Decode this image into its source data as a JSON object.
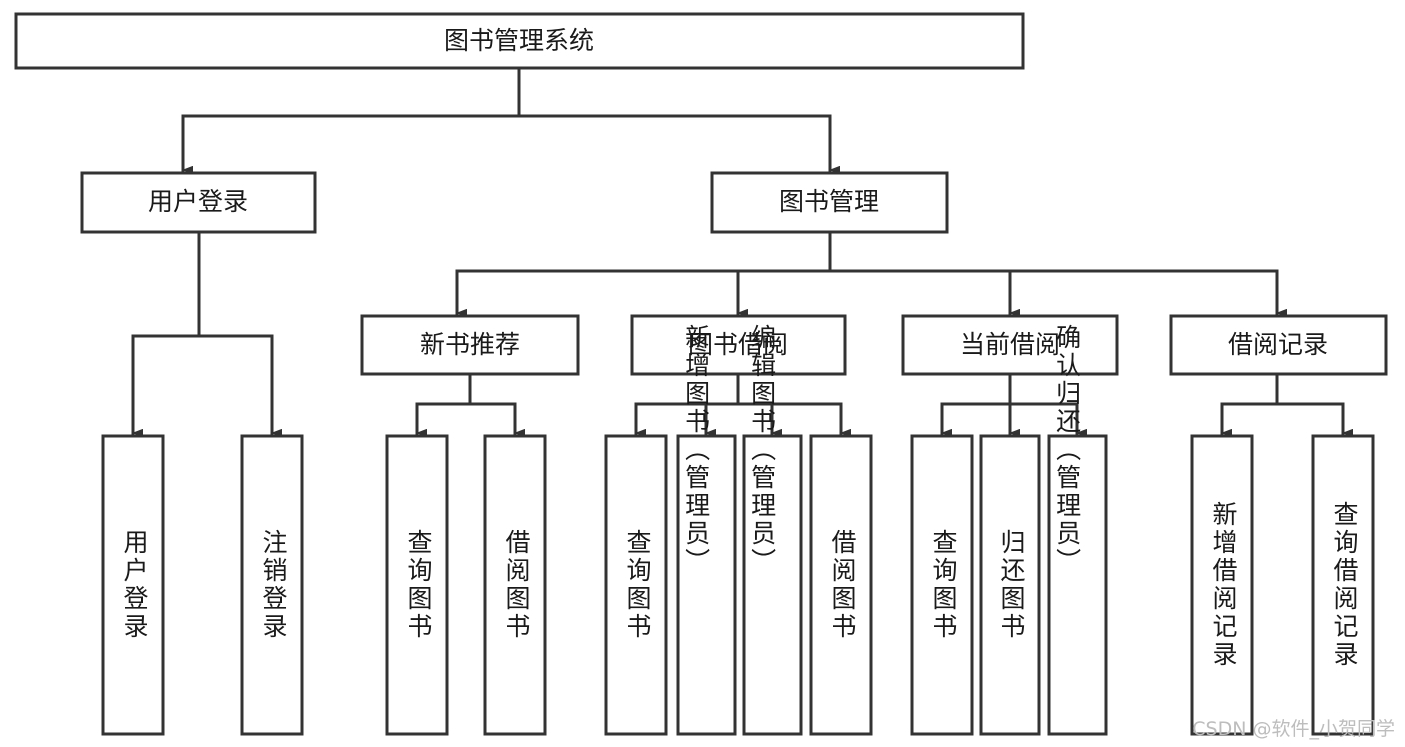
{
  "diagram": {
    "title": "图书管理系统",
    "type": "tree-hierarchy",
    "watermark": "CSDN @软件_小贺同学",
    "colors": {
      "stroke": "#333333",
      "fill": "#ffffff",
      "text": "#1a1a1a",
      "watermark": "#bdbdbd"
    },
    "nodes": {
      "root": {
        "label": "图书管理系统",
        "level": 1,
        "orientation": "horizontal"
      },
      "user_login": {
        "label": "用户登录",
        "level": 2,
        "orientation": "horizontal"
      },
      "book_manage": {
        "label": "图书管理",
        "level": 2,
        "orientation": "horizontal"
      },
      "new_book_rec": {
        "label": "新书推荐",
        "level": 3,
        "orientation": "horizontal"
      },
      "book_borrow": {
        "label": "图书借阅",
        "level": 3,
        "orientation": "horizontal"
      },
      "current_borrow": {
        "label": "当前借阅",
        "level": 3,
        "orientation": "horizontal"
      },
      "borrow_record": {
        "label": "借阅记录",
        "level": 3,
        "orientation": "horizontal"
      },
      "leaf_user_login": {
        "label": "用户登录",
        "level": 4,
        "orientation": "vertical",
        "align": "middle"
      },
      "leaf_logout": {
        "label": "注销登录",
        "level": 4,
        "orientation": "vertical",
        "align": "middle"
      },
      "leaf_query_book_1": {
        "label": "查询图书",
        "level": 4,
        "orientation": "vertical",
        "align": "middle"
      },
      "leaf_borrow_book_1": {
        "label": "借阅图书",
        "level": 4,
        "orientation": "vertical",
        "align": "middle"
      },
      "leaf_query_book_2": {
        "label": "查询图书",
        "level": 4,
        "orientation": "vertical",
        "align": "middle"
      },
      "leaf_add_book": {
        "label": "新增图书（管理员）",
        "level": 4,
        "orientation": "vertical",
        "align": "top"
      },
      "leaf_edit_book": {
        "label": "编辑图书（管理员）",
        "level": 4,
        "orientation": "vertical",
        "align": "top"
      },
      "leaf_borrow_book_2": {
        "label": "借阅图书",
        "level": 4,
        "orientation": "vertical",
        "align": "middle"
      },
      "leaf_query_book_3": {
        "label": "查询图书",
        "level": 4,
        "orientation": "vertical",
        "align": "middle"
      },
      "leaf_return_book": {
        "label": "归还图书",
        "level": 4,
        "orientation": "vertical",
        "align": "middle"
      },
      "leaf_confirm_return": {
        "label": "确认归还（管理员）",
        "level": 4,
        "orientation": "vertical",
        "align": "top"
      },
      "leaf_add_record": {
        "label": "新增借阅记录",
        "level": 4,
        "orientation": "vertical",
        "align": "middle"
      },
      "leaf_query_record": {
        "label": "查询借阅记录",
        "level": 4,
        "orientation": "vertical",
        "align": "middle"
      }
    },
    "edges": [
      {
        "from": "root",
        "to": "user_login"
      },
      {
        "from": "root",
        "to": "book_manage"
      },
      {
        "from": "user_login",
        "to": "leaf_user_login"
      },
      {
        "from": "user_login",
        "to": "leaf_logout"
      },
      {
        "from": "book_manage",
        "to": "new_book_rec"
      },
      {
        "from": "book_manage",
        "to": "book_borrow"
      },
      {
        "from": "book_manage",
        "to": "current_borrow"
      },
      {
        "from": "book_manage",
        "to": "borrow_record"
      },
      {
        "from": "new_book_rec",
        "to": "leaf_query_book_1"
      },
      {
        "from": "new_book_rec",
        "to": "leaf_borrow_book_1"
      },
      {
        "from": "book_borrow",
        "to": "leaf_query_book_2"
      },
      {
        "from": "book_borrow",
        "to": "leaf_add_book"
      },
      {
        "from": "book_borrow",
        "to": "leaf_edit_book"
      },
      {
        "from": "book_borrow",
        "to": "leaf_borrow_book_2"
      },
      {
        "from": "current_borrow",
        "to": "leaf_query_book_3"
      },
      {
        "from": "current_borrow",
        "to": "leaf_return_book"
      },
      {
        "from": "current_borrow",
        "to": "leaf_confirm_return"
      },
      {
        "from": "borrow_record",
        "to": "leaf_add_record"
      },
      {
        "from": "borrow_record",
        "to": "leaf_query_record"
      }
    ]
  }
}
